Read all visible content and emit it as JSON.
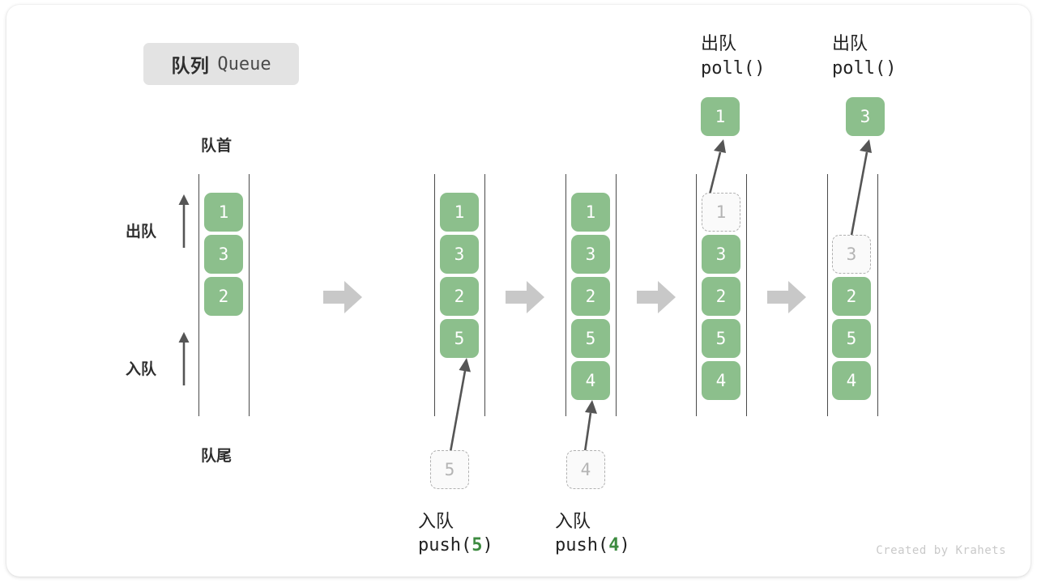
{
  "title": {
    "cn": "队列",
    "en": "Queue"
  },
  "labels": {
    "head": "队首",
    "tail": "队尾",
    "dequeue": "出队",
    "enqueue": "入队"
  },
  "watermark": "Created by Krahets",
  "colors": {
    "element_green": "#8cbf8c",
    "ghost_border": "#b0b0b0",
    "ghost_fill": "#fafafa",
    "ghost_text": "#b4b4b4",
    "rail": "#4a4a4a",
    "step_arrow": "#c8c8c8",
    "code_value": "#3d8b40",
    "chip_bg": "#e3e3e3"
  },
  "columns": [
    {
      "id": "initial",
      "elements": [
        "1",
        "3",
        "2"
      ],
      "ghost_index": null,
      "ghost_value": null,
      "incoming": null,
      "outgoing": null,
      "caption_cn": null,
      "caption_code": null,
      "caption_value": null
    },
    {
      "id": "after-push-5",
      "elements": [
        "1",
        "3",
        "2",
        "5"
      ],
      "ghost_index": null,
      "ghost_value": null,
      "incoming": "5",
      "outgoing": null,
      "caption_cn": "入队",
      "caption_code_prefix": "push(",
      "caption_value": "5",
      "caption_code_suffix": ")"
    },
    {
      "id": "after-push-4",
      "elements": [
        "1",
        "3",
        "2",
        "5",
        "4"
      ],
      "ghost_index": null,
      "ghost_value": null,
      "incoming": "4",
      "outgoing": null,
      "caption_cn": "入队",
      "caption_code_prefix": "push(",
      "caption_value": "4",
      "caption_code_suffix": ")"
    },
    {
      "id": "poll-1",
      "elements": [
        "1",
        "3",
        "2",
        "5",
        "4"
      ],
      "ghost_index": 0,
      "ghost_value": "1",
      "incoming": null,
      "outgoing": "1",
      "header_cn": "出队",
      "header_code": "poll()"
    },
    {
      "id": "poll-3",
      "elements": [
        "3",
        "2",
        "5",
        "4"
      ],
      "ghost_index": 0,
      "ghost_value": "3",
      "ghost_row_offset": 1,
      "incoming": null,
      "outgoing": "3",
      "header_cn": "出队",
      "header_code": "poll()"
    }
  ]
}
